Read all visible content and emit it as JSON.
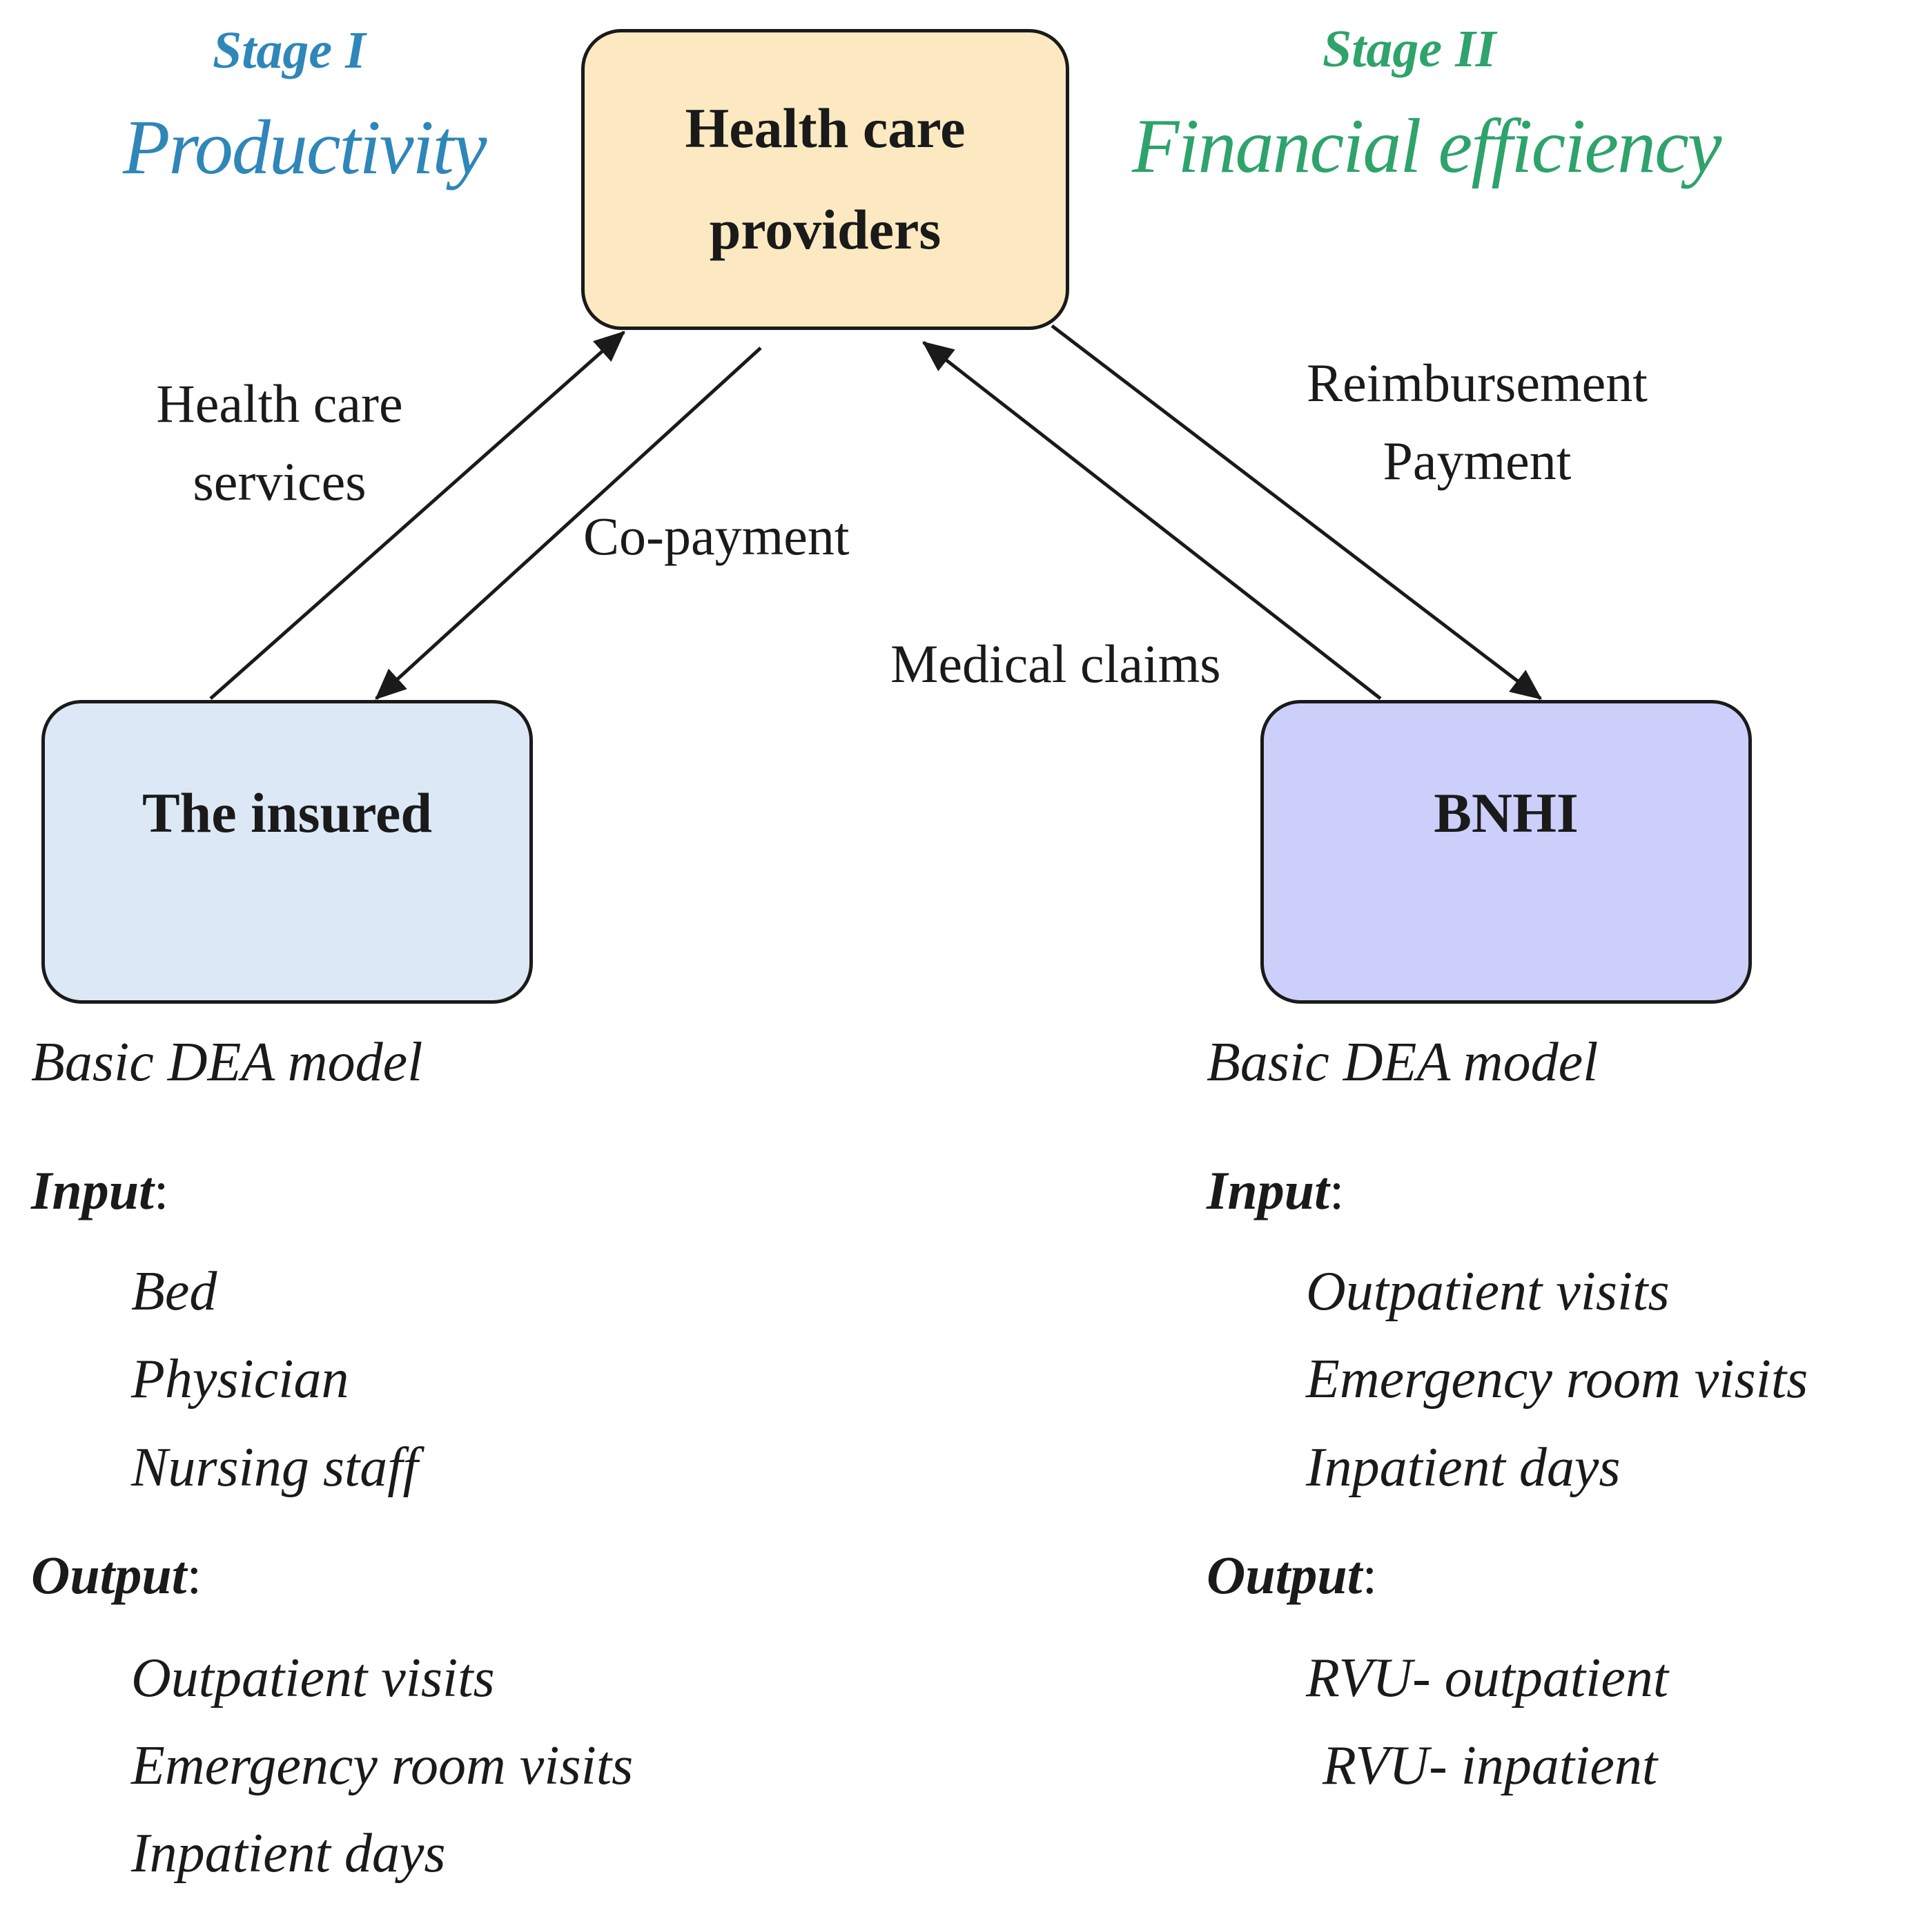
{
  "colors": {
    "stage_one": "#2f86b9",
    "stage_two": "#2ea36b",
    "providers_fill": "#fce9c1",
    "insured_fill": "#dce8f5",
    "bnhi_fill": "#cccffa",
    "line": "#1a1a1a"
  },
  "stages": {
    "one": {
      "label": "Stage I",
      "title": "Productivity"
    },
    "two": {
      "label": "Stage II",
      "title": "Financial efficiency"
    }
  },
  "nodes": {
    "providers": {
      "line1": "Health care",
      "line2": "providers"
    },
    "insured": {
      "label": "The insured"
    },
    "bnhi": {
      "label": "BNHI"
    }
  },
  "flows": {
    "services": {
      "line1": "Health care",
      "line2": "services"
    },
    "copayment": "Co-payment",
    "claims": "Medical claims",
    "reimbursement": {
      "line1": "Reimbursement",
      "line2": "Payment"
    }
  },
  "models": {
    "left": {
      "name": "Basic DEA model",
      "input_label": "Input",
      "inputs": [
        "Bed",
        "Physician",
        "Nursing staff"
      ],
      "output_label": "Output",
      "outputs": [
        "Outpatient visits",
        "Emergency room visits",
        "Inpatient days"
      ]
    },
    "right": {
      "name": "Basic DEA model",
      "input_label": "Input",
      "inputs": [
        "Outpatient visits",
        "Emergency room visits",
        "Inpatient days"
      ],
      "output_label": "Output",
      "outputs": [
        "RVU- outpatient",
        "RVU- inpatient"
      ]
    }
  }
}
